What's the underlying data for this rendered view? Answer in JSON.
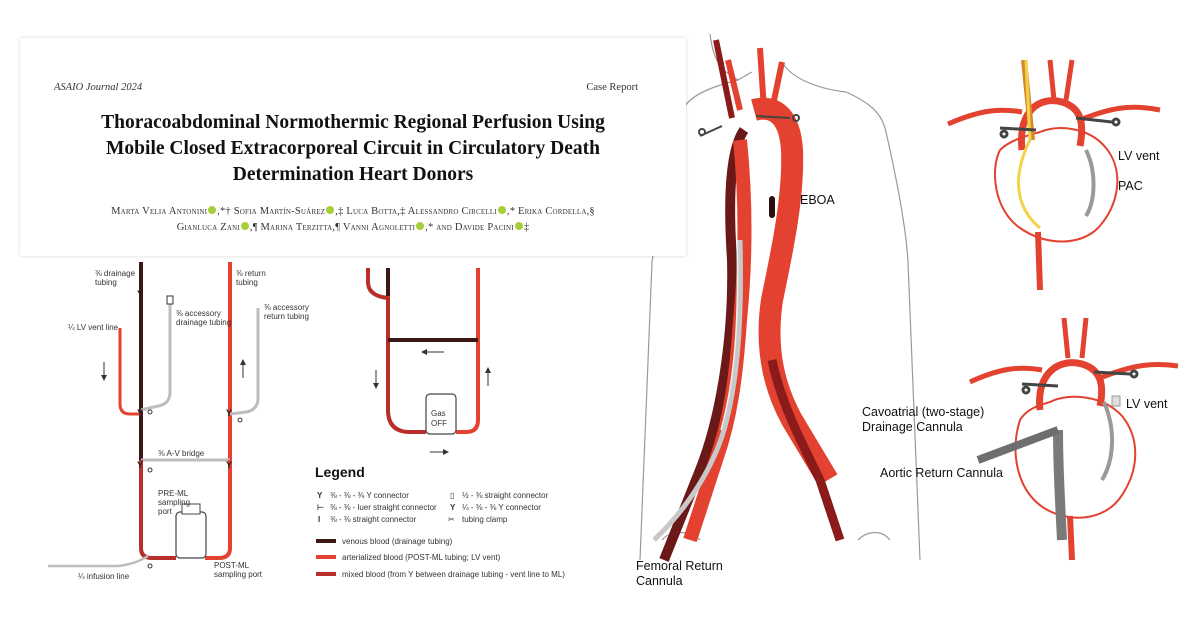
{
  "colors": {
    "venous": "#3d1616",
    "arterial": "#e2422f",
    "mixed": "#b72e2b",
    "paper_title": "#111111",
    "orcid": "#a6ce39"
  },
  "paper": {
    "journal": "ASAIO Journal 2024",
    "type": "Case Report",
    "title_lines": [
      "Thoracoabdominal Normothermic Regional Perfusion Using",
      "Mobile Closed Extracorporeal Circuit in Circulatory Death",
      "Determination Heart Donors"
    ],
    "author_line1": [
      "Marta Velia Antonini",
      ",*† Sofia Martín-Suárez",
      ",‡ Luca Botta,‡ Alessandro Circelli",
      ",* Erika Cordella,§"
    ],
    "author_line2": [
      "Gianluca Zani",
      ",¶ Marina Terzitta,¶ Vanni Agnoletti",
      ",* and Davide Pacini",
      "‡"
    ]
  },
  "circuit_labels": {
    "drainage_1": "⅜ drainage",
    "drainage_2": "tubing",
    "return_1": "⅜ return",
    "return_2": "tubing",
    "acc_drain_1": "⅜ accessory",
    "acc_drain_2": "drainage tubing",
    "acc_return_1": "⅜ accessory",
    "acc_return_2": "return tubing",
    "lv_vent": "¼ LV vent line",
    "av_bridge": "⅜ A-V bridge",
    "pre_ml_1": "PRE-ML",
    "pre_ml_2": "sampling",
    "pre_ml_3": "port",
    "post_ml_1": "POST-ML",
    "post_ml_2": "sampling port",
    "infusion": "¼ infusion line",
    "gas_1": "Gas",
    "gas_2": "OFF"
  },
  "legend": {
    "title": "Legend",
    "items": [
      "⅜ - ⅜ - ⅜ Y connector",
      "⅜ - ⅜ - luer straight connector",
      "⅜ - ⅜ straight connector",
      "½ - ⅜ straight connector",
      "¼ - ⅜ - ⅜ Y connector",
      "tubing clamp"
    ],
    "lines": [
      "venous blood (drainage tubing)",
      "arterialized blood (POST-ML tubing; LV vent)",
      "mixed blood (from Y between drainage tubing - vent line to ML)"
    ]
  },
  "body": {
    "eboa": "EBOA",
    "femoral_1": "Femoral Return",
    "femoral_2": "Cannula"
  },
  "heart_top": {
    "lv_vent": "LV vent",
    "pac": "PAC"
  },
  "heart_bottom": {
    "lv_vent": "LV vent",
    "cavo_1": "Cavoatrial (two-stage)",
    "cavo_2": "Drainage Cannula",
    "aortic": "Aortic Return Cannula"
  }
}
